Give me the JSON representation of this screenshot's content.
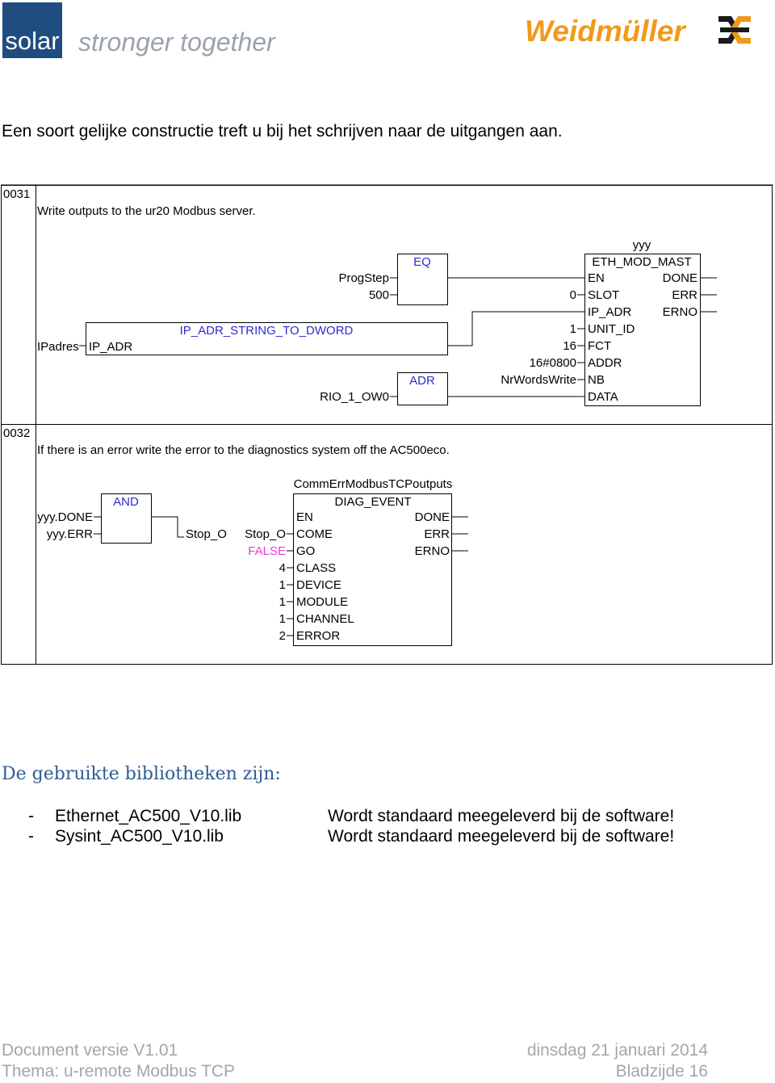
{
  "header": {
    "logo_text": "solar",
    "tagline": "stronger together",
    "brand": "Weidmüller",
    "brand_color": "#f09a1a",
    "solar_color": "#1f4d7f"
  },
  "intro": "Een soort gelijke constructie treft u bij het schrijven naar de uitgangen aan.",
  "networks": [
    {
      "number": "0031",
      "comment": "Write outputs to the ur20 Modbus server.",
      "blocks": {
        "eq": {
          "type": "EQ",
          "inputs": [
            "ProgStep",
            "500"
          ]
        },
        "ip_conv": {
          "type": "IP_ADR_STRING_TO_DWORD",
          "pin_in": "IP_ADR",
          "var_in": "IPadres"
        },
        "adr": {
          "type": "ADR",
          "var_in": "RIO_1_OW0"
        },
        "eth": {
          "instance": "yyy",
          "type": "ETH_MOD_MAST",
          "inputs": [
            "EN",
            "SLOT",
            "IP_ADR",
            "UNIT_ID",
            "FCT",
            "ADDR",
            "NB",
            "DATA"
          ],
          "outputs": [
            "DONE",
            "ERR",
            "ERNO"
          ],
          "input_values": {
            "slot": "0",
            "unit_id": "1",
            "fct": "16",
            "addr": "16#0800",
            "nb": "NrWordsWrite"
          }
        }
      }
    },
    {
      "number": "0032",
      "comment": "If there is an error write the error to the diagnostics system off the AC500eco.",
      "blocks": {
        "and": {
          "type": "AND",
          "inputs": [
            "yyy.DONE",
            "yyy.ERR"
          ],
          "output": "Stop_O"
        },
        "diag": {
          "instance": "CommErrModbusTCPoutputs",
          "type": "DIAG_EVENT",
          "inputs": [
            "EN",
            "COME",
            "GO",
            "CLASS",
            "DEVICE",
            "MODULE",
            "CHANNEL",
            "ERROR"
          ],
          "outputs": [
            "DONE",
            "ERR",
            "ERNO"
          ],
          "input_values": {
            "come": "Stop_O",
            "go": "FALSE",
            "class": "4",
            "device": "1",
            "module": "1",
            "channel": "1",
            "error": "2"
          }
        }
      }
    }
  ],
  "libraries": {
    "heading": "De gebruikte bibliotheken zijn:",
    "items": [
      {
        "dash": "-",
        "name": "Ethernet_AC500_V10.lib",
        "desc": "Wordt standaard meegeleverd bij de software!"
      },
      {
        "dash": "-",
        "name": "Sysint_AC500_V10.lib",
        "desc": "Wordt standaard meegeleverd bij de software!"
      }
    ]
  },
  "footer": {
    "version": "Document versie V1.01",
    "theme": "Thema: u-remote Modbus TCP",
    "date": "dinsdag 21 januari 2014",
    "page": "Bladzijde 16"
  }
}
